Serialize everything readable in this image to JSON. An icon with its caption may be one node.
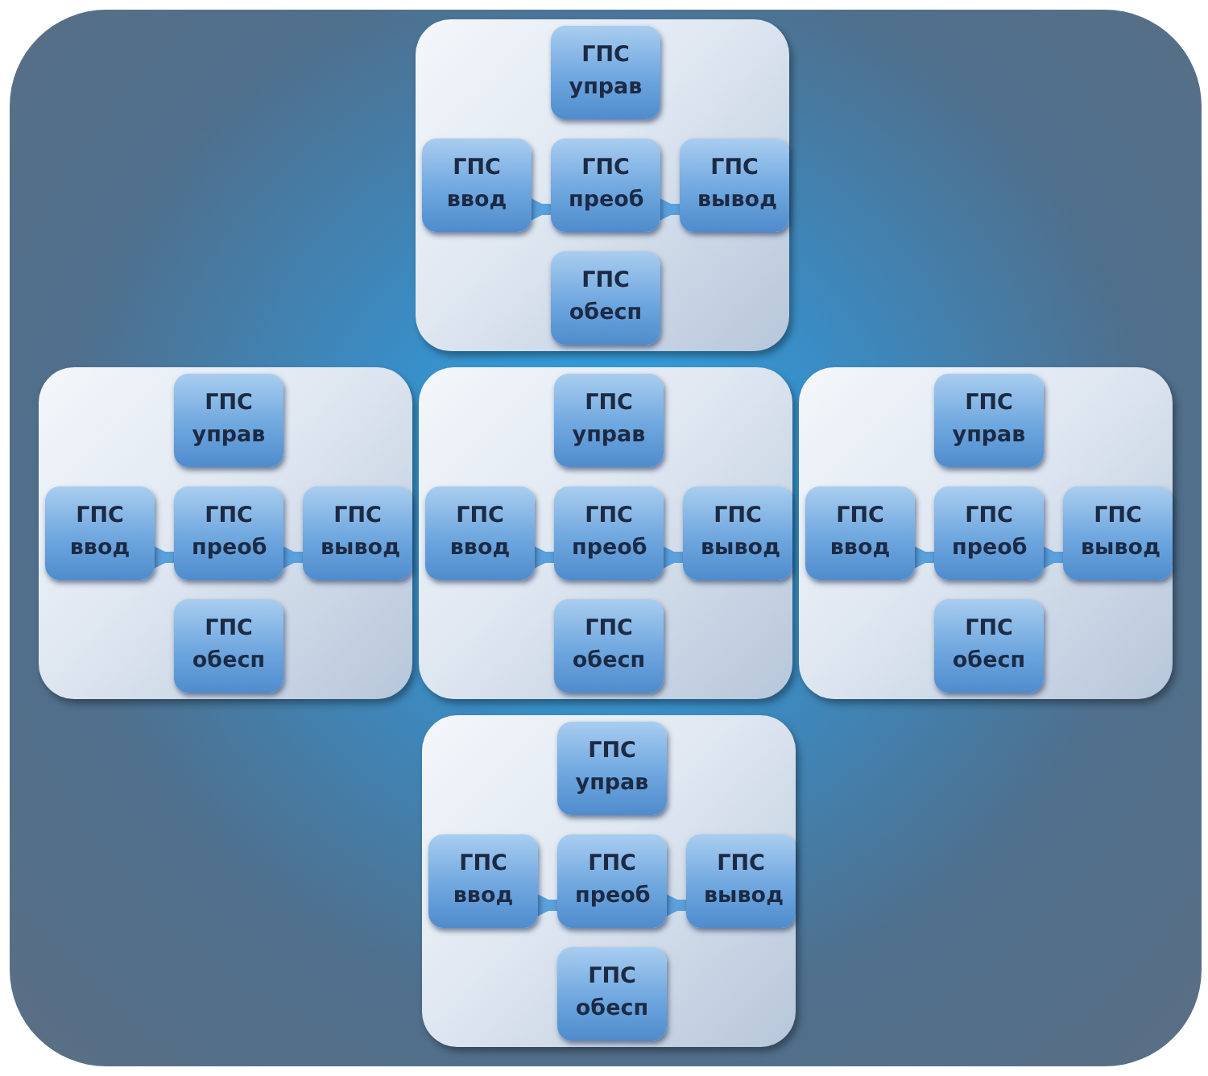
{
  "diagram": {
    "nodes": [
      {
        "text": [],
        "shape": "box"
      },
      {
        "text": [
          "ГПС управ"
        ],
        "in": 0
      },
      {
        "text": [
          "ГПС ввод"
        ],
        "in": 0
      },
      {
        "text": [
          "ГПС преоб"
        ],
        "in": 0
      },
      {
        "text": [
          "ГПС вывод"
        ],
        "in": 0
      },
      {
        "text": [
          "ГПС обесп"
        ],
        "in": 0
      },
      {
        "text": [],
        "shape": "box"
      },
      {
        "text": [
          "ГПС управ"
        ],
        "in": 6
      },
      {
        "text": [
          "ГПС ввод"
        ],
        "in": 6
      },
      {
        "text": [
          "ГПС преоб"
        ],
        "in": 6
      },
      {
        "text": [
          "ГПС вывод"
        ],
        "in": 6
      },
      {
        "text": [
          "ГПС обесп"
        ],
        "in": 6
      },
      {
        "text": [],
        "shape": "box"
      },
      {
        "text": [
          "ГПС управ"
        ],
        "in": 12
      },
      {
        "text": [
          "ГПС ввод"
        ],
        "in": 12
      },
      {
        "text": [
          "ГПС преоб"
        ],
        "in": 12
      },
      {
        "text": [
          "ГПС вывод"
        ],
        "in": 12
      },
      {
        "text": [
          "ГПС обесп"
        ],
        "in": 12
      },
      {
        "text": [],
        "shape": "box"
      },
      {
        "text": [
          "ГПС управ"
        ],
        "in": 18
      },
      {
        "text": [
          "ГПС ввод"
        ],
        "in": 18
      },
      {
        "text": [
          "ГПС преоб"
        ],
        "in": 18
      },
      {
        "text": [
          "ГПС вывод"
        ],
        "in": 18
      },
      {
        "text": [
          "ГПС обесп"
        ],
        "in": 18
      },
      {
        "text": [],
        "shape": "box"
      },
      {
        "text": [
          "ГПС управ"
        ],
        "in": 24
      },
      {
        "text": [
          "ГПС ввод"
        ],
        "in": 24
      },
      {
        "text": [
          "ГПС преоб"
        ],
        "in": 24
      },
      {
        "text": [
          "ГПС вывод"
        ],
        "in": 24
      },
      {
        "text": [
          "ГПС обесп"
        ],
        "in": 24
      }
    ],
    "edges": [
      {
        "from": 2,
        "to": 3,
        "arrow": "to"
      },
      {
        "from": 3,
        "to": 4,
        "arrow": "to"
      },
      {
        "from": 8,
        "to": 9,
        "arrow": "to"
      },
      {
        "from": 9,
        "to": 10,
        "arrow": "to"
      },
      {
        "from": 14,
        "to": 15,
        "arrow": "to"
      },
      {
        "from": 15,
        "to": 16,
        "arrow": "to"
      },
      {
        "from": 20,
        "to": 21,
        "arrow": "to"
      },
      {
        "from": 21,
        "to": 22,
        "arrow": "to"
      },
      {
        "from": 26,
        "to": 27,
        "arrow": "to"
      },
      {
        "from": 27,
        "to": 28,
        "arrow": "to"
      }
    ]
  }
}
